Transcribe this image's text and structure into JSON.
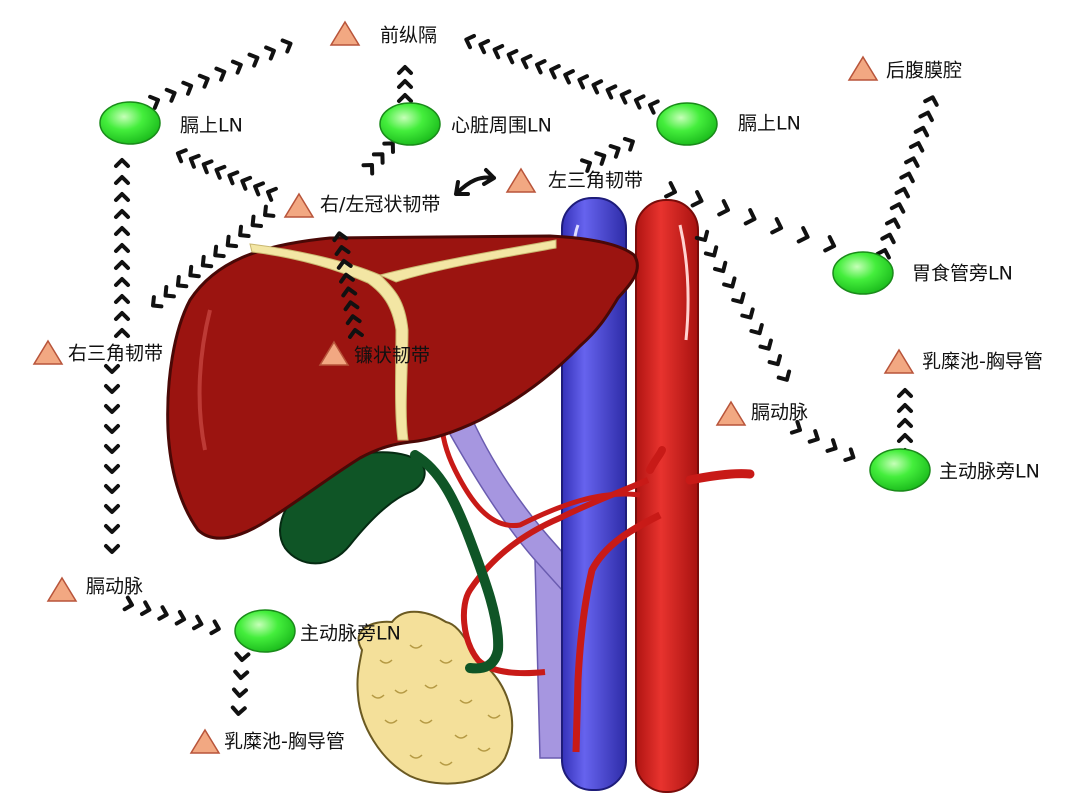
{
  "colors": {
    "liver": "#9b1410",
    "liver_edge": "#4a0806",
    "ligament": "#f3e6a4",
    "gallbladder": "#0f5526",
    "ivc": "#4d4ad6",
    "aorta": "#d71f1c",
    "portal_vein": "#a696e0",
    "pancreas": "#f4e09a",
    "lymph_node": "#3ee63a",
    "structure_marker": "#f2a882"
  },
  "legend_symbols": {
    "lymph_node": "green-ellipse-node-icon",
    "structure": "orange-triangle-marker-icon"
  },
  "nodes": {
    "diaphragm_ln_left": "膈上LN",
    "pericardial_ln": "心脏周围LN",
    "diaphragm_ln_right": "膈上LN",
    "paraesophageal_ln": "胃食管旁LN",
    "para_aortic_ln_right": "主动脉旁LN",
    "para_aortic_ln_left": "主动脉旁LN"
  },
  "structures": {
    "anterior_mediastinum": "前纵隔",
    "retroperitoneum": "后腹膜腔",
    "coronary_ligament": "右/左冠状韧带",
    "left_triangular_ligament": "左三角韧带",
    "right_triangular_ligament": "右三角韧带",
    "falciform_ligament": "镰状韧带",
    "inferior_phrenic_artery_right": "膈动脉",
    "inferior_phrenic_artery_left": "膈动脉",
    "cisterna_chyli_right": "乳糜池-胸导管",
    "cisterna_chyli_left": "乳糜池-胸导管"
  }
}
